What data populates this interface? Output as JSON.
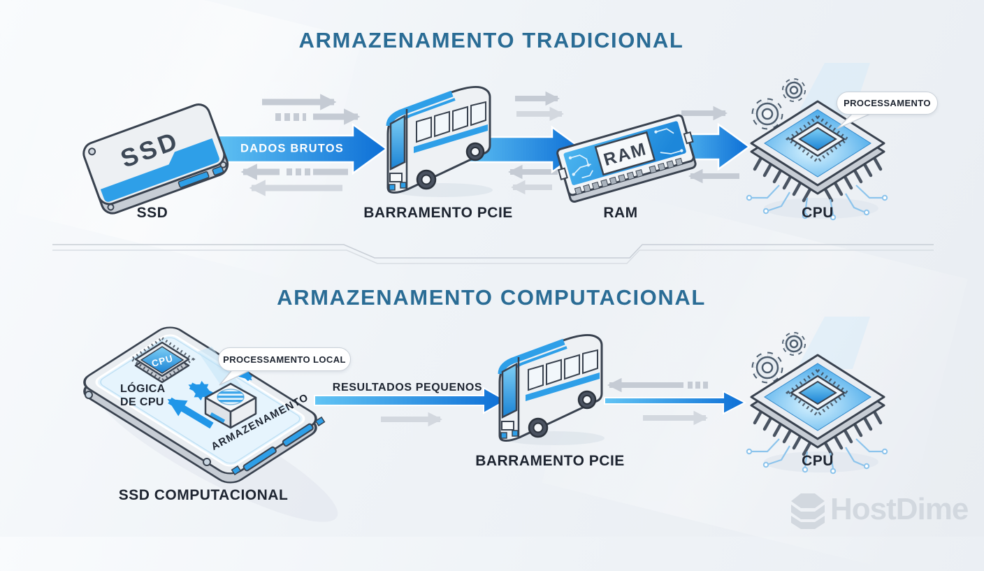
{
  "sections": {
    "traditional": {
      "title": "ARMAZENAMENTO TRADICIONAL",
      "flow_label": "DADOS BRUTOS",
      "ssd": {
        "device_text": "SSD",
        "label": "SSD"
      },
      "bus": {
        "label": "BARRAMENTO PCIE"
      },
      "ram": {
        "device_text": "RAM",
        "label": "RAM"
      },
      "cpu": {
        "label": "CPU",
        "bubble": "PROCESSAMENTO"
      }
    },
    "computational": {
      "title": "ARMAZENAMENTO COMPUTACIONAL",
      "flow_label": "RESULTADOS PEQUENOS",
      "ssd": {
        "label": "SSD COMPUTACIONAL",
        "chip_text": "CPU",
        "logic_label_line1": "LÓGICA",
        "logic_label_line2": "DE CPU",
        "storage_label": "ARMAZENAMENTO",
        "bubble": "PROCESSAMENTO LOCAL"
      },
      "bus": {
        "label": "BARRAMENTO PCIE"
      },
      "cpu": {
        "label": "CPU"
      }
    }
  },
  "watermark": {
    "text": "HostDime"
  },
  "colors": {
    "title": "#2a6c95",
    "label": "#1d2430",
    "arrow_blue_start": "#62c4f4",
    "arrow_blue_end": "#0d6fd6",
    "arrow_gray": "#c5cbd4",
    "accent_blue": "#2e9fe8",
    "outline": "#39424f",
    "bubble_border": "#c9d0d8",
    "watermark": "#d2d8df"
  }
}
